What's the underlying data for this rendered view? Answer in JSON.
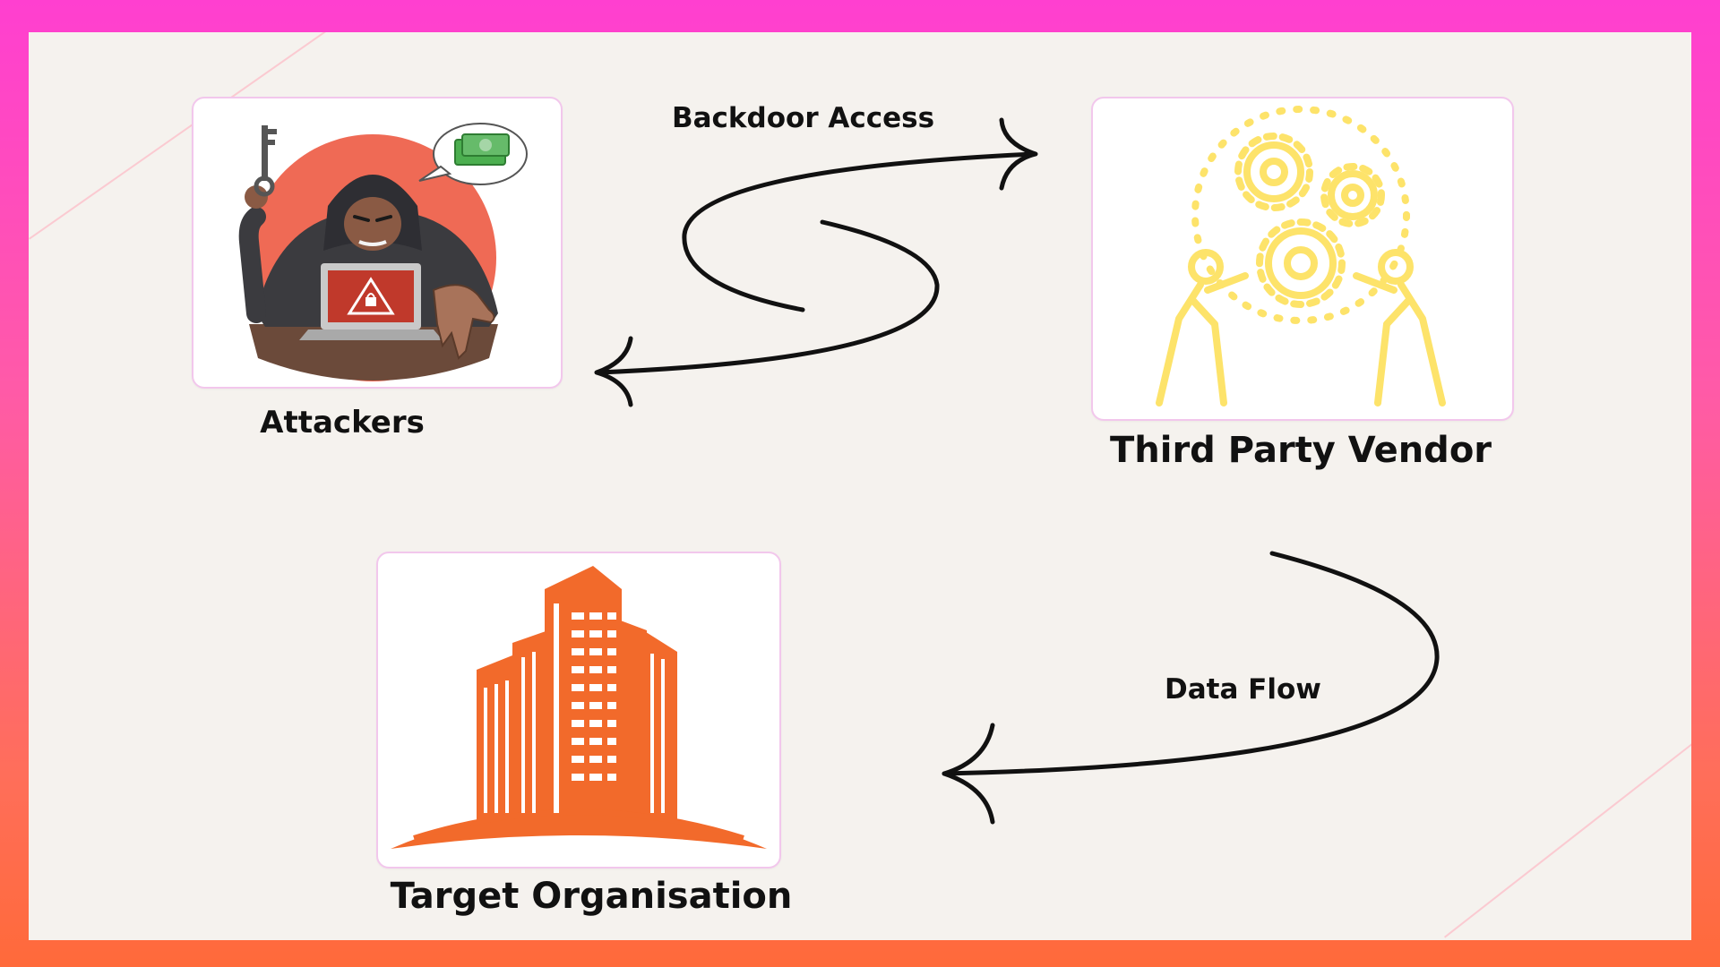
{
  "nodes": {
    "attackers": {
      "label": "Attackers"
    },
    "vendor": {
      "label": "Third Party Vendor"
    },
    "target": {
      "label": "Target Organisation"
    }
  },
  "edges": {
    "backdoor": {
      "label": "Backdoor Access"
    },
    "data_flow": {
      "label": "Data Flow"
    }
  },
  "colors": {
    "frame_top": "#ff3fd0",
    "frame_bottom": "#ff6a3a",
    "canvas": "#f5f2ee",
    "arrow": "#111111",
    "vendor_icon": "#fde36a",
    "building": "#f26a2b",
    "attacker_circle": "#ef6a55"
  }
}
